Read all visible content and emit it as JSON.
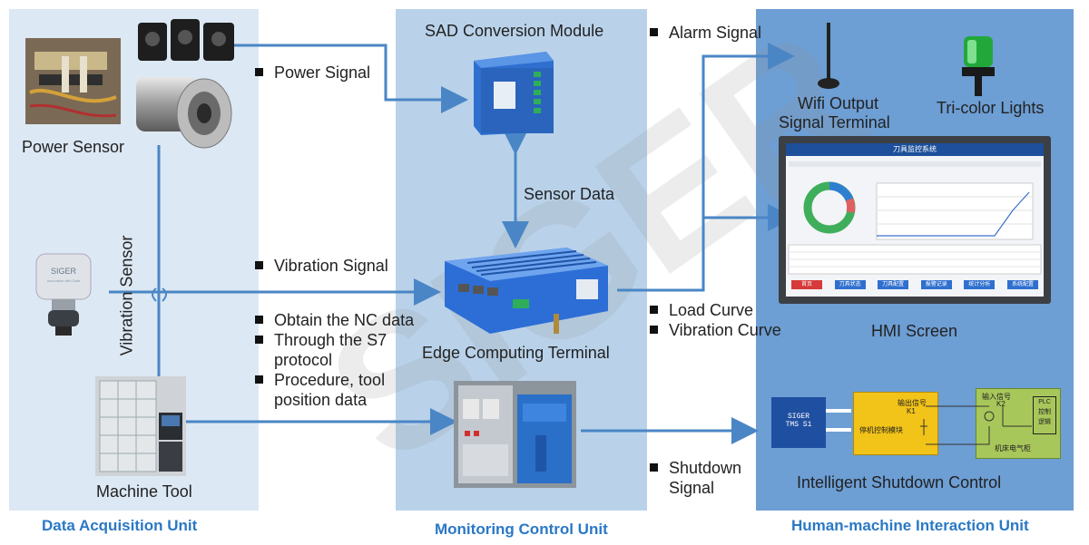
{
  "units": {
    "left": "Data Acquisition Unit",
    "middle": "Monitoring Control Unit",
    "right": "Human-machine Interaction Unit"
  },
  "devices": {
    "power_sensor": "Power Sensor",
    "vibration_sensor": "Vibration Sensor",
    "machine_tool": "Machine Tool",
    "sad_module": "SAD Conversion Module",
    "edge_terminal": "Edge Computing Terminal",
    "wifi_terminal": [
      "Wifi Output",
      "Signal Terminal"
    ],
    "tri_color": "Tri-color Lights",
    "hmi_screen": "HMI Screen",
    "shutdown_control": "Intelligent Shutdown Control"
  },
  "signals": {
    "power": "Power Signal",
    "vibration": "Vibration Signal",
    "sensor_data": "Sensor Data",
    "alarm": "Alarm Signal",
    "load_curve": "Load Curve",
    "vibration_curve": "Vibration Curve",
    "shutdown": [
      "Shutdown",
      "Signal"
    ],
    "nc_data": [
      "Obtain the NC data",
      "Through the S7",
      "protocol",
      "Procedure, tool",
      "position data"
    ]
  },
  "device_labels": {
    "siger_sensor": [
      "SIGER",
      "Innovation with Data"
    ],
    "tms": [
      "SIGER",
      "TMS S1"
    ],
    "stop_module_out": [
      "输出信号",
      "K1"
    ],
    "stop_module": "停机控制模块",
    "plc_in": [
      "输入信号",
      "K2"
    ],
    "plc": [
      "PLC",
      "控制",
      "逻辑"
    ],
    "cabinet": "机床电气柜"
  },
  "hmi": {
    "title": "刀具监控系统",
    "buttons": [
      "首页",
      "刀具状态",
      "刀具配置",
      "报警记录",
      "统计分析",
      "系统配置"
    ]
  },
  "watermark": "SIGER",
  "colors": {
    "wire": "#4a86c5",
    "panel_mid": "#b9d2ea",
    "panel_right": "#6d9ed4",
    "unit_text": "#2a78c6"
  }
}
